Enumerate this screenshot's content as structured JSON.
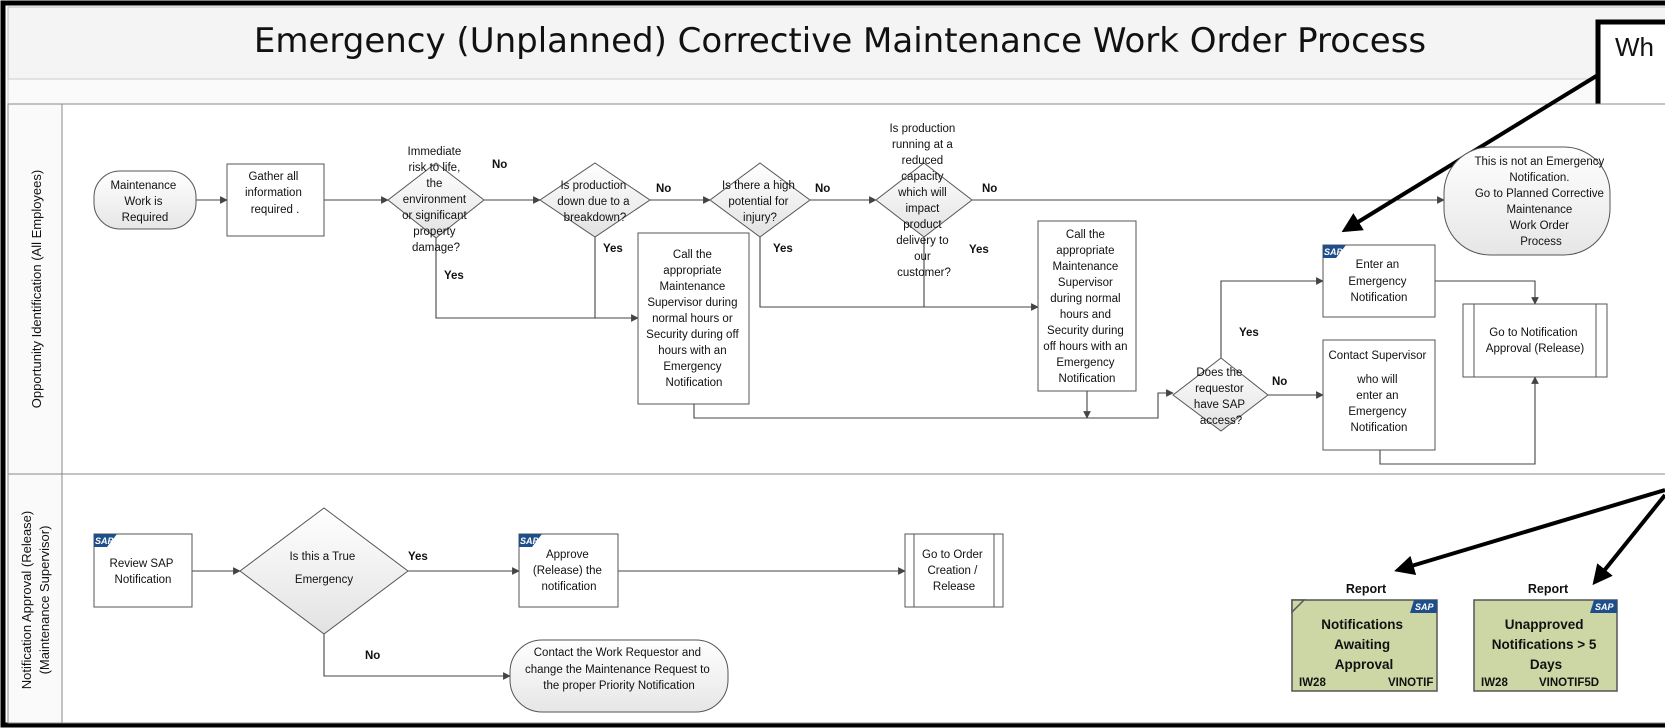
{
  "title": "Emergency (Unplanned) Corrective Maintenance  Work Order Process",
  "callout_text": "Wh",
  "lanes": {
    "lane1": "Opportunity Identification (All Employees)",
    "lane2_line1": "Notification Approval (Release)",
    "lane2_line2": "(Maintenance Supervisor)"
  },
  "shapes": {
    "maint_required": [
      "Maintenance",
      "Work is",
      "Required"
    ],
    "gather_info": [
      "Gather all",
      "information",
      "required ."
    ],
    "q_risk": [
      "Immediate",
      "risk to life,",
      "the",
      "environment",
      "or significant",
      "property",
      "damage?"
    ],
    "q_production_down": [
      "Is production",
      "down due to a",
      "breakdown?"
    ],
    "q_injury": [
      "Is there a high",
      "potential for",
      "injury?"
    ],
    "q_reduced": [
      "Is production",
      "running at a",
      "reduced",
      "capacity",
      "which will",
      "impact",
      "product",
      "delivery to",
      "our",
      "customer?"
    ],
    "call_supervisor_1": [
      "Call the",
      "appropriate",
      "Maintenance",
      "Supervisor during",
      "normal hours or",
      "Security during off",
      "hours with an",
      "Emergency",
      "Notification"
    ],
    "call_supervisor_2": [
      "Call the",
      "appropriate",
      "Maintenance",
      "Supervisor",
      "during normal",
      "hours and",
      "Security during",
      "off hours with an",
      "Emergency",
      "Notification"
    ],
    "not_emergency": [
      "This is not an Emergency",
      "Notification.",
      "Go to Planned Corrective",
      "Maintenance",
      "Work Order",
      "Process"
    ],
    "enter_notification": [
      "Enter an",
      "Emergency",
      "Notification"
    ],
    "q_sap_access": [
      "Does the",
      "requestor",
      "have SAP",
      "access?"
    ],
    "contact_supervisor": [
      "Contact Supervisor",
      "who will",
      "enter an",
      "Emergency",
      "Notification"
    ],
    "goto_notification_approval": [
      "Go to Notification",
      "Approval (Release)"
    ],
    "review_sap": [
      "Review SAP",
      "Notification"
    ],
    "q_true_emergency": [
      "Is this a True",
      "Emergency"
    ],
    "approve_release": [
      "Approve",
      "(Release) the",
      "notification"
    ],
    "goto_order_creation": [
      "Go to Order",
      "Creation /",
      "Release"
    ],
    "contact_requestor": [
      "Contact the Work Requestor and",
      "change the Maintenance Request to",
      "the proper Priority Notification"
    ]
  },
  "labels": {
    "yes": "Yes",
    "no": "No",
    "sap": "SAP",
    "report": "Report"
  },
  "reports": [
    {
      "heading": "Report",
      "lines": [
        "Notifications",
        "Awaiting",
        "Approval"
      ],
      "code_left": "IW28",
      "code_right": "VINOTIF"
    },
    {
      "heading": "Report",
      "lines": [
        "Unapproved",
        "Notifications > 5",
        "Days"
      ],
      "code_left": "IW28",
      "code_right": "VINOTIF5D"
    }
  ],
  "colors": {
    "report_fill": "#cdd7a6",
    "sap_badge": "#1f4f8a",
    "lane_border": "#888888"
  }
}
